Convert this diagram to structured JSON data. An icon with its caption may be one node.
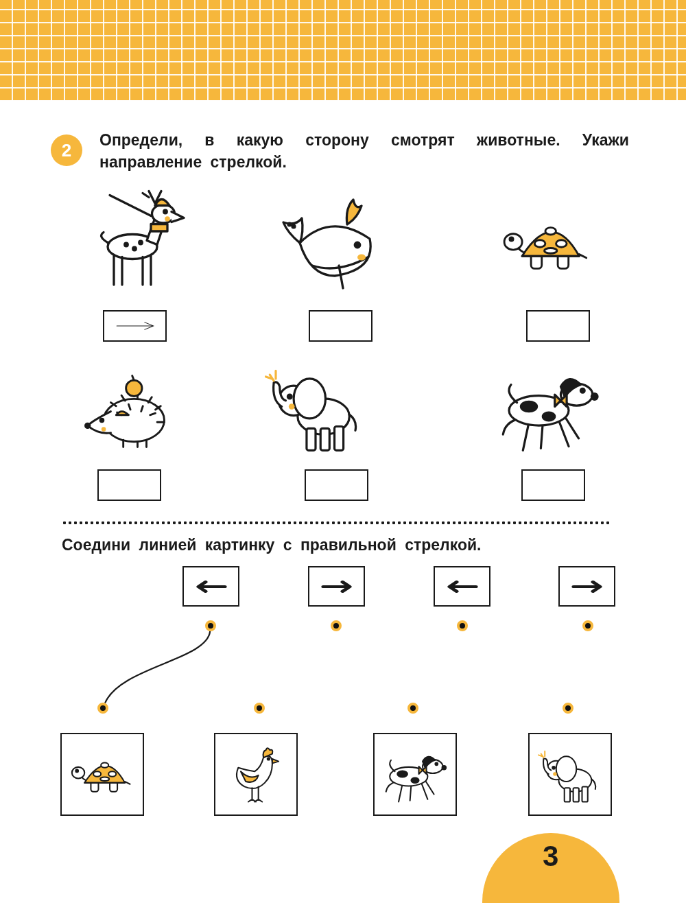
{
  "diagram": {
    "nodes": [
      {
        "text": [],
        "shape": "box"
      },
      {
        "text": [],
        "shape": "box"
      },
      {
        "text": [],
        "shape": "box"
      },
      {
        "text": [],
        "shape": "box"
      },
      {
        "text": [],
        "shape": "circle"
      },
      {
        "text": [],
        "shape": "circle"
      },
      {
        "text": [],
        "shape": "circle"
      },
      {
        "text": [],
        "shape": "circle"
      },
      {
        "text": [],
        "shape": "circle"
      },
      {
        "text": [],
        "shape": "circle"
      },
      {
        "text": [],
        "shape": "circle"
      },
      {
        "text": [],
        "shape": "circle"
      },
      {
        "text": [],
        "shape": "picture"
      },
      {
        "text": [],
        "shape": "picture"
      },
      {
        "text": [],
        "shape": "picture"
      },
      {
        "text": [],
        "shape": "picture"
      }
    ],
    "edges": [
      {
        "from": 4,
        "to": 8,
        "arrow": "none"
      }
    ],
    "labels": [
      "2",
      "Определи, в какую сторону смотрят животные. Укажи направление стрелкой.",
      "Соедини линией картинку с правильной стрелкой.",
      "3"
    ]
  }
}
